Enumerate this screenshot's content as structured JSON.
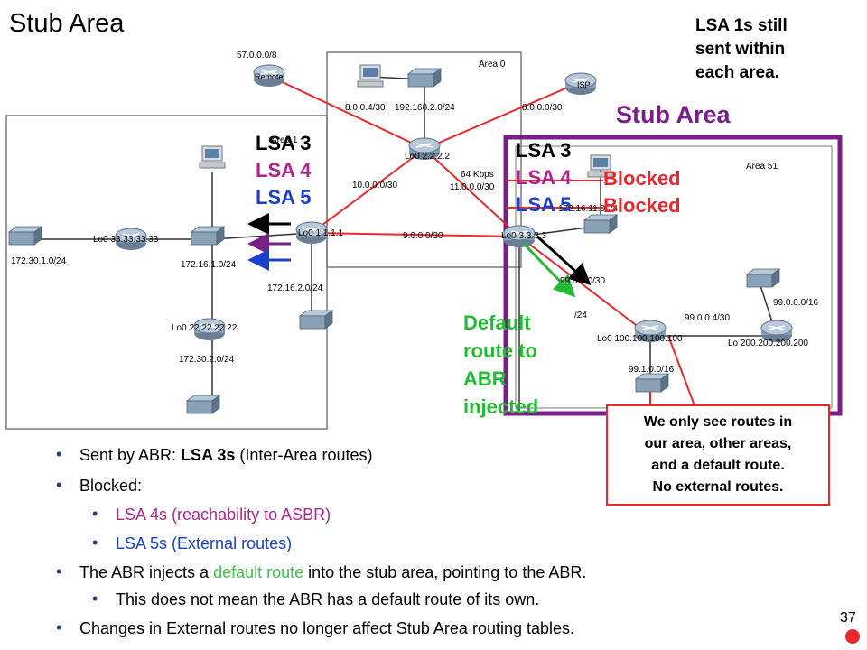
{
  "title": "Stub Area",
  "note_top": [
    "LSA 1s still",
    "sent within",
    "each area."
  ],
  "stub_label": "Stub Area",
  "lsa_left": {
    "lsa3": "LSA 3",
    "lsa4": "LSA 4",
    "lsa5": "LSA 5"
  },
  "lsa_right": {
    "lsa3": "LSA 3",
    "lsa4": "LSA 4",
    "lsa5": "LSA 5",
    "blocked4": "Blocked",
    "blocked5": "Blocked"
  },
  "default_note": [
    "Default",
    "route to",
    "ABR",
    "injected"
  ],
  "callout": [
    "We only see routes in",
    "our area, other areas,",
    "and a default route.",
    "No external routes."
  ],
  "colors": {
    "lsa3": "#000000",
    "lsa4": "#b0238a",
    "lsa5": "#1a3fcf",
    "blocked": "#e8282a",
    "green": "#22bb33",
    "stub": "#7a1f8a"
  },
  "diagram": {
    "area0": "Area 0",
    "area51": "Area 51",
    "area_left": "Area 1",
    "remote_net": "57.0.0.0/8",
    "remote": "Remote",
    "isp": "ISP",
    "net_8004": "8.0.0.4/30",
    "net_19216820": "192.168.2.0/24",
    "net_8000": "8.0.0.0/30",
    "lo_2222": "Lo0 2.2.2.2",
    "kbps": "64 Kbps",
    "net_1000": "10.0.0.0/30",
    "net_1100": "11.0.0.0/30",
    "lo_33": "Lo0 33.33.33.33",
    "lo_1111": "Lo0 1.1.1.1",
    "net_900": "9.0.0.0/30",
    "lo_3333": "Lo0 3.3.3.3",
    "net_17230_1": "172.30.1.0/24",
    "net_172161": "172.16.1.0/24",
    "net_172162": "172.16.2.0/24",
    "net_1721611": "172.16.11.0/24",
    "lo_22": "Lo0 22.22.22.22",
    "net_17230_2": "172.30.2.0/24",
    "net_99000": "99.0.0.0/30",
    "net_24": "/24",
    "net_99004": "99.0.0.4/30",
    "net_990016": "99.0.0.0/16",
    "lo_100": "Lo0 100.100.100.100",
    "lo_200": "Lo 200.200.200.200",
    "net_991016": "99.1.0.0/16"
  },
  "bullets": {
    "b1_pre": "Sent by ABR: ",
    "b1_bold": "LSA 3s",
    "b1_post": " (Inter-Area routes)",
    "b2": "Blocked:",
    "b3": "LSA 4s (reachability to ASBR)",
    "b4": "LSA 5s (External routes)",
    "b5_pre": "The ABR injects a ",
    "b5_green": "default route",
    "b5_post": " into the stub area, pointing to the ABR.",
    "b6": "This does not mean the ABR has a default route of its own.",
    "b7": "Changes in External routes no longer affect Stub Area routing tables."
  },
  "page_number": "37"
}
